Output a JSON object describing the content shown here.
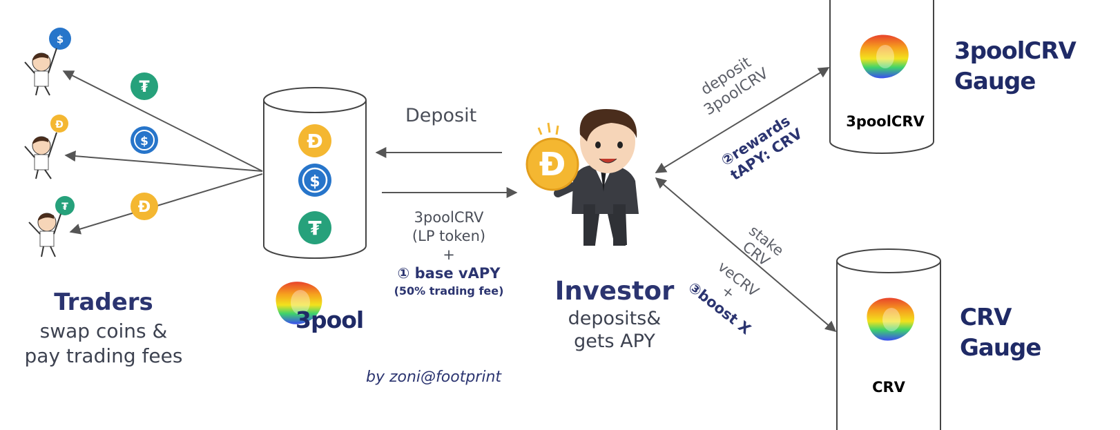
{
  "traders": {
    "title": "Traders",
    "subtitle_line1": "swap coins &",
    "subtitle_line2": "pay trading fees"
  },
  "pool": {
    "logo_text": "3pool",
    "coins": [
      "dai-coin-icon",
      "usdc-coin-icon",
      "usdt-coin-icon"
    ]
  },
  "flow": {
    "deposit_label": "Deposit",
    "lp_line1": "3poolCRV",
    "lp_line2": "(LP token)",
    "plus": "+",
    "base_vapy": "① base vAPY",
    "fee_note": "(50% trading fee)"
  },
  "investor": {
    "title": "Investor",
    "subtitle_line1": "deposits&",
    "subtitle_line2": "gets APY"
  },
  "gauge_flow": {
    "deposit_line1": "deposit",
    "deposit_line2": "3poolCRV",
    "rewards_line1": "②rewards",
    "rewards_line2": "tAPY: CRV",
    "stake_line1": "stake",
    "stake_line2": "CRV",
    "vecrv_line1": "veCRV",
    "vecrv_plus": "+",
    "boost": "③boost X"
  },
  "gauges": {
    "top_cylinder_label": "3poolCRV",
    "top_name_line1": "3poolCRV",
    "top_name_line2": "Gauge",
    "bottom_cylinder_label": "CRV",
    "bottom_name_line1": "CRV",
    "bottom_name_line2": "Gauge"
  },
  "credit": "by zoni@footprint",
  "colors": {
    "navy": "#2b3470",
    "dai": "#f4b731",
    "usdc": "#2775ca",
    "usdt": "#26a17b",
    "arrow": "#555555"
  }
}
